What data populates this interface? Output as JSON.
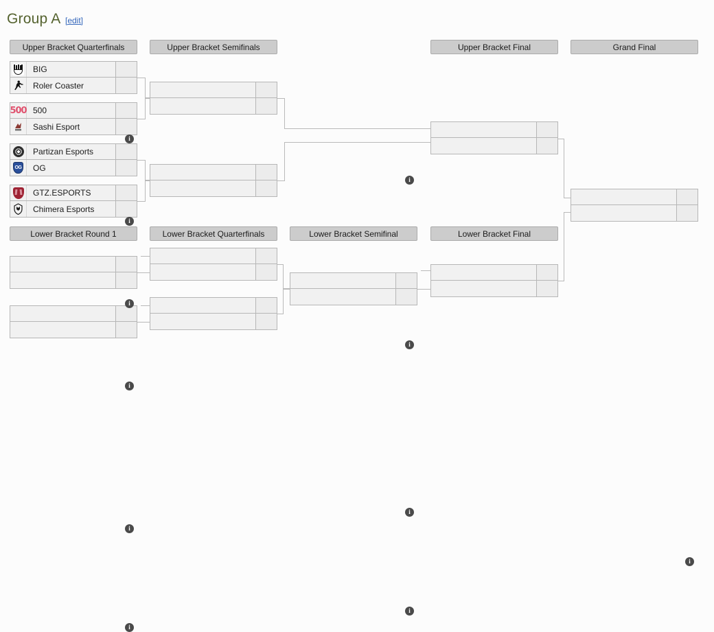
{
  "page": {
    "title": "Group A",
    "edit_label": "[edit]"
  },
  "colors": {
    "title_color": "#54622e",
    "link_color": "#3366bb",
    "header_bg": "#cccccc",
    "header_border": "#aaaaaa",
    "match_bg": "#f1f1f1",
    "match_border": "#b6b6b6",
    "score_bg": "#ececec",
    "connector": "#b9b9b9",
    "info_badge_bg": "#4a4a4a",
    "page_bg": "#fcfcfc"
  },
  "icons": {
    "info": "i"
  },
  "rounds": {
    "upper": [
      {
        "label": "Upper Bracket Quarterfinals"
      },
      {
        "label": "Upper Bracket Semifinals"
      },
      {
        "label": "Upper Bracket Final"
      },
      {
        "label": "Grand Final"
      }
    ],
    "lower": [
      {
        "label": "Lower Bracket Round 1"
      },
      {
        "label": "Lower Bracket Quarterfinals"
      },
      {
        "label": "Lower Bracket Semifinal"
      },
      {
        "label": "Lower Bracket Final"
      }
    ]
  },
  "matches": {
    "ubqf": [
      {
        "id": "ubqf1",
        "opponents": [
          {
            "name": "BIG",
            "logo": "big-logo",
            "score": ""
          },
          {
            "name": "Roler Coaster",
            "logo": "roler-coaster-logo",
            "score": ""
          }
        ]
      },
      {
        "id": "ubqf2",
        "opponents": [
          {
            "name": "500",
            "logo": "500-logo",
            "score": ""
          },
          {
            "name": "Sashi Esport",
            "logo": "sashi-esport-logo",
            "score": ""
          }
        ]
      },
      {
        "id": "ubqf3",
        "opponents": [
          {
            "name": "Partizan Esports",
            "logo": "partizan-esports-logo",
            "score": ""
          },
          {
            "name": "OG",
            "logo": "og-logo",
            "score": ""
          }
        ]
      },
      {
        "id": "ubqf4",
        "opponents": [
          {
            "name": "GTZ.ESPORTS",
            "logo": "gtz-esports-logo",
            "score": ""
          },
          {
            "name": "Chimera Esports",
            "logo": "chimera-esports-logo",
            "score": ""
          }
        ]
      }
    ],
    "ubsf": [
      {
        "id": "ubsf1",
        "opponents": [
          {
            "name": "",
            "score": ""
          },
          {
            "name": "",
            "score": ""
          }
        ]
      },
      {
        "id": "ubsf2",
        "opponents": [
          {
            "name": "",
            "score": ""
          },
          {
            "name": "",
            "score": ""
          }
        ]
      }
    ],
    "ubf": [
      {
        "id": "ubf1",
        "opponents": [
          {
            "name": "",
            "score": ""
          },
          {
            "name": "",
            "score": ""
          }
        ]
      }
    ],
    "gf": [
      {
        "id": "gf1",
        "opponents": [
          {
            "name": "",
            "score": ""
          },
          {
            "name": "",
            "score": ""
          }
        ]
      }
    ],
    "lbr1": [
      {
        "id": "lbr1m1",
        "opponents": [
          {
            "name": "",
            "score": ""
          },
          {
            "name": "",
            "score": ""
          }
        ]
      },
      {
        "id": "lbr1m2",
        "opponents": [
          {
            "name": "",
            "score": ""
          },
          {
            "name": "",
            "score": ""
          }
        ]
      }
    ],
    "lbqf": [
      {
        "id": "lbqf1",
        "opponents": [
          {
            "name": "",
            "score": ""
          },
          {
            "name": "",
            "score": ""
          }
        ]
      },
      {
        "id": "lbqf2",
        "opponents": [
          {
            "name": "",
            "score": ""
          },
          {
            "name": "",
            "score": ""
          }
        ]
      }
    ],
    "lbsf": [
      {
        "id": "lbsf1",
        "opponents": [
          {
            "name": "",
            "score": ""
          },
          {
            "name": "",
            "score": ""
          }
        ]
      }
    ],
    "lbf": [
      {
        "id": "lbf1",
        "opponents": [
          {
            "name": "",
            "score": ""
          },
          {
            "name": "",
            "score": ""
          }
        ]
      }
    ]
  }
}
